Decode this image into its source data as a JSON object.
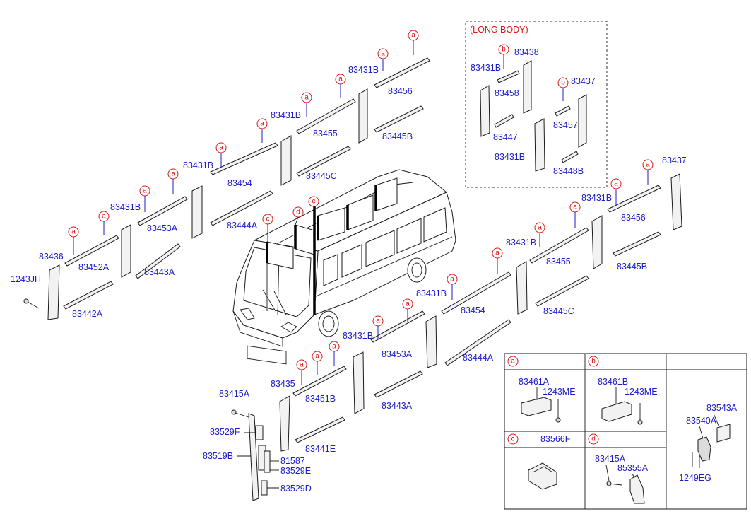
{
  "long_body_label": "(LONG BODY)",
  "callouts": {
    "a": "a",
    "b": "b",
    "c": "c",
    "d": "d"
  },
  "parts": {
    "p83456_top": "83456",
    "p83431B_1": "83431B",
    "p83445B_top": "83445B",
    "p83455_top": "83455",
    "p83431B_2": "83431B",
    "p83445C_top": "83445C",
    "p83454_top": "83454",
    "p83431B_3": "83431B",
    "p83444A_top": "83444A",
    "p83453A_top": "83453A",
    "p83431B_4": "83431B",
    "p83443A_top": "83443A",
    "p83452A": "83452A",
    "p83436": "83436",
    "p1243JH": "1243JH",
    "p83442A": "83442A",
    "lb_83431B_a": "83431B",
    "lb_83438": "83438",
    "lb_83458": "83458",
    "lb_83437": "83437",
    "lb_83447": "83447",
    "lb_83457": "83457",
    "lb_83431B_b": "83431B",
    "lb_83448B": "83448B",
    "r_83437": "83437",
    "r_83431B_1": "83431B",
    "r_83456": "83456",
    "r_83445B": "83445B",
    "r_83431B_2": "83431B",
    "r_83455": "83455",
    "r_83445C": "83445C",
    "r_83431B_3": "83431B",
    "r_83454": "83454",
    "r_83444A": "83444A",
    "r_83431B_4": "83431B",
    "r_83453A": "83453A",
    "r_83443A": "83443A",
    "r_83435": "83435",
    "r_83451B": "83451B",
    "r_83441E": "83441E",
    "f_83415A": "83415A",
    "f_83529F": "83529F",
    "f_83519B": "83519B",
    "f_81587": "81587",
    "f_83529E": "83529E",
    "f_83529D": "83529D"
  },
  "legend": {
    "a_part": "83461A",
    "a_screw": "1243ME",
    "b_part": "83461B",
    "b_screw": "1243ME",
    "c_part": "83566F",
    "d_part1": "83415A",
    "d_part2": "85355A",
    "e_part1": "83543A",
    "e_part2": "83540A",
    "e_part3": "1249EG"
  }
}
